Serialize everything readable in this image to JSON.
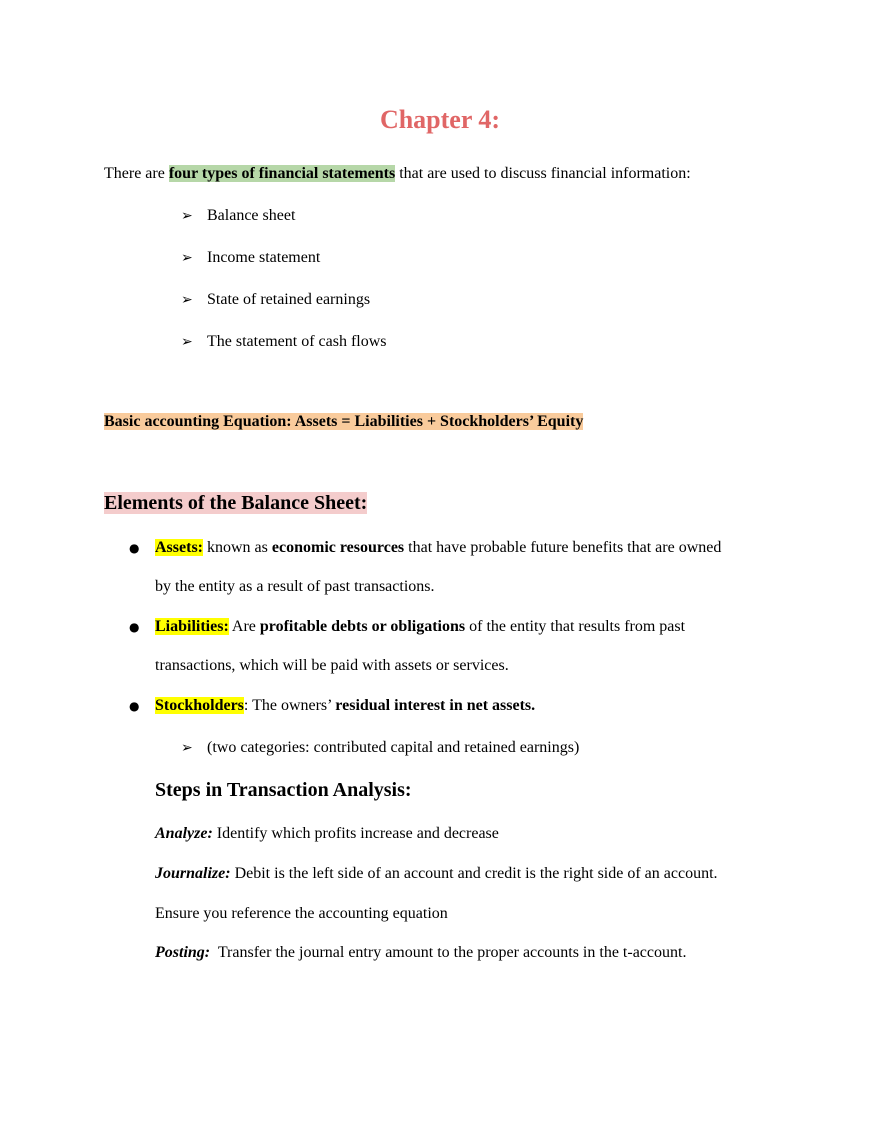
{
  "title": "Chapter 4:",
  "intro": {
    "prefix": "There are ",
    "highlight": "four types of financial statements",
    "suffix": " that are used to discuss financial information:"
  },
  "statements": [
    "Balance sheet",
    "Income statement",
    "State of retained earnings",
    "The statement of cash flows"
  ],
  "arrow_glyph": "➢",
  "bullet_glyph": "●",
  "equation": "Basic accounting Equation: Assets = Liabilities + Stockholders’ Equity",
  "balance_heading": "Elements of the Balance Sheet:",
  "elements": {
    "assets": {
      "term": "Assets:",
      "text1": " known as ",
      "bold1": "economic resources",
      "text2": " that have probable future benefits that are owned",
      "line2": "by the entity as a result of past transactions."
    },
    "liabilities": {
      "term": "Liabilities:",
      "text1": " Are ",
      "bold1": "profitable debts or obligations",
      "text2": " of the entity that results from past",
      "line2": "transactions, which will be paid with assets or services."
    },
    "stockholders": {
      "term": "Stockholders",
      "text1": ": The owners’ ",
      "bold1": "residual interest in net assets.",
      "sub": "(two categories: contributed capital and retained earnings)"
    }
  },
  "steps": {
    "heading": "Steps in Transaction Analysis:",
    "analyze": {
      "label": "Analyze:",
      "text": " Identify which profits increase and decrease"
    },
    "journalize": {
      "label": "Journalize:",
      "text": " Debit is the left side of an account and credit is the right side of an account.",
      "line2": "Ensure you reference the accounting equation"
    },
    "posting": {
      "label": "Posting:",
      "text": "  Transfer the journal entry amount to the proper accounts in the t-account."
    }
  },
  "colors": {
    "title": "#e06666",
    "highlight_green": "#b6d7a8",
    "highlight_orange": "#f9cb9c",
    "highlight_pink": "#f4cccc",
    "highlight_yellow": "#ffff00"
  }
}
